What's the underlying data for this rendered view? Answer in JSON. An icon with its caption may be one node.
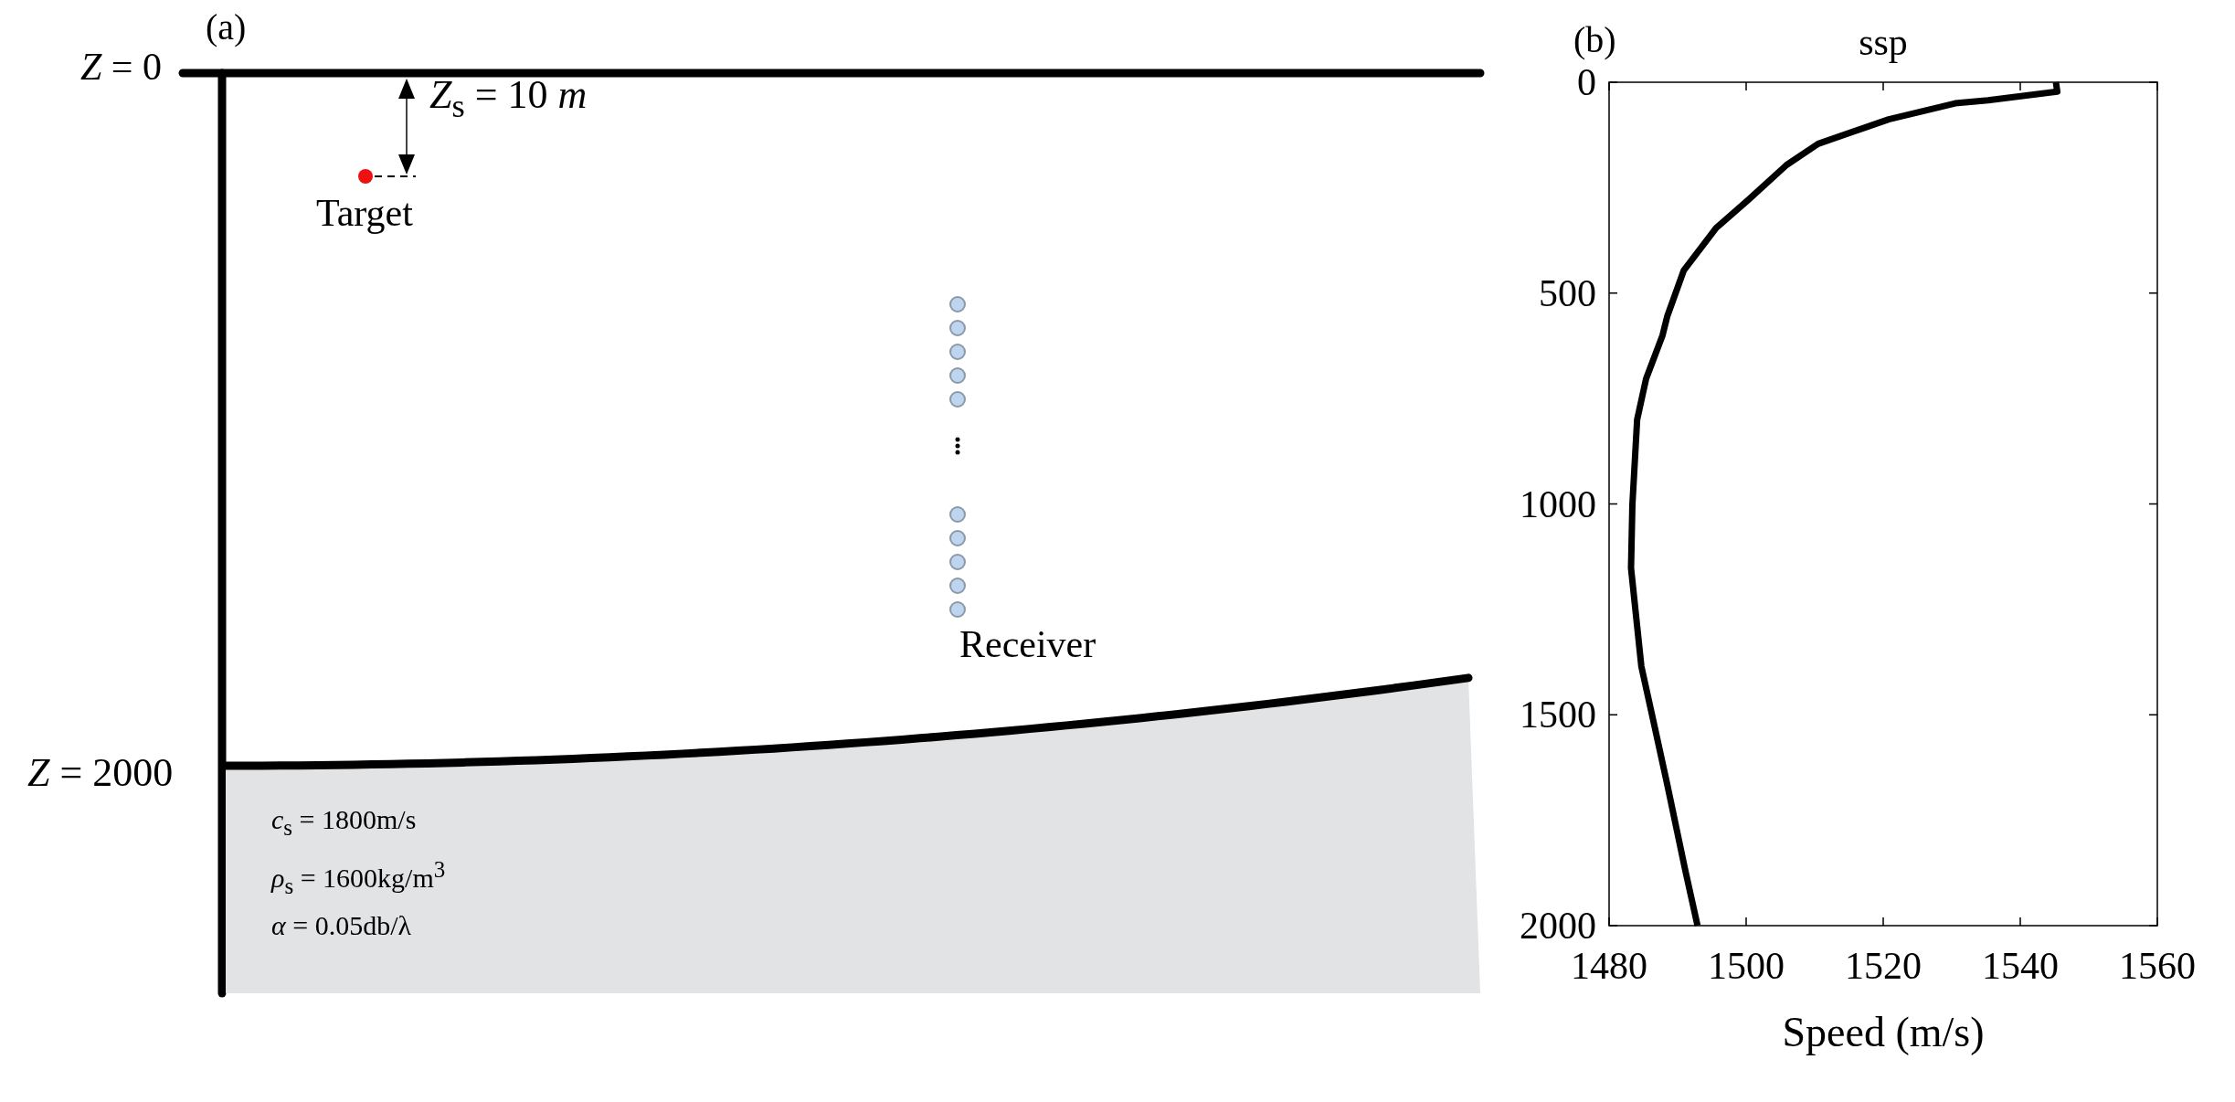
{
  "diagram": {
    "nodes": [
      {
        "text": [
          "Target"
        ]
      },
      {
        "text": [
          "Receiver"
        ]
      },
      {
        "text": [
          "*c*$_{s}$ = 1800m/s",
          "*ρ*$_{s}$ = 1600kg/m$^{3}$",
          "*α* = 0.05db/λ"
        ]
      }
    ],
    "labels": [
      "(a)",
      "(b)",
      "*Z* = 0",
      "*Z*$_{s}$ = 10 *m*",
      "*Z* = 2000"
    ],
    "chart_data": {
      "type": "line",
      "title": "ssp",
      "xlabel": "Speed (m/s)",
      "x": [
        1545.2,
        1545.4,
        1535.3,
        1530.5,
        1520.8,
        1510.5,
        1505.9,
        1500.3,
        1495.6,
        1490.9,
        1488.5,
        1487.8,
        1485.4,
        1484.1,
        1483.4,
        1483.2,
        1484.7,
        1486.5,
        1488.5,
        1491.1,
        1492.9
      ],
      "series": [
        {
          "color": "#000000",
          "values": [
            0,
            22,
            43,
            50,
            88,
            146,
            196,
            279,
            346,
            446,
            554,
            600,
            703,
            800,
            1002,
            1152,
            1385,
            1518,
            1667,
            1867,
            2000
          ]
        }
      ],
      "xlim": [
        1480,
        1560
      ],
      "ylim": [
        2000,
        0
      ],
      "xticks": [
        1480,
        1500,
        1520,
        1540,
        1560
      ],
      "yticks": [
        0,
        500,
        1000,
        1500,
        2000
      ]
    }
  }
}
